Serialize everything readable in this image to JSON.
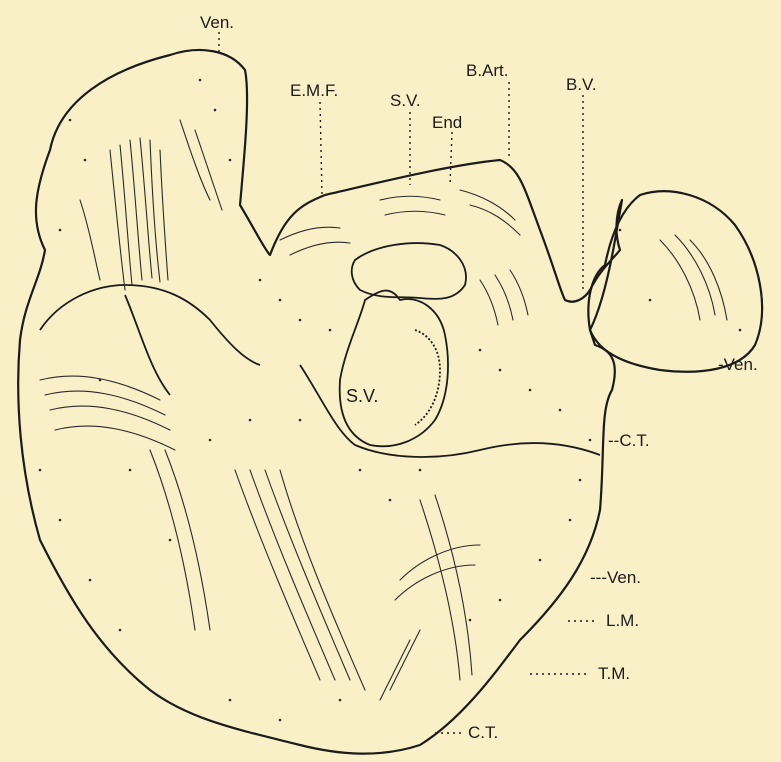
{
  "labels": {
    "ven_top": "Ven.",
    "emf": "E.M.F.",
    "sv_top": "S.V.",
    "end": "End",
    "b_art": "B.Art.",
    "bv": "B.V.",
    "ven_right": "-Ven.",
    "ct_mid": "--C.T.",
    "ven_low": "---Ven.",
    "lm": "L.M.",
    "tm": "T.M.",
    "ct_bottom": "C.T.",
    "sv_center": "S.V."
  },
  "colors": {
    "background": "#faf0c8",
    "ink": "#1b1b1b"
  }
}
